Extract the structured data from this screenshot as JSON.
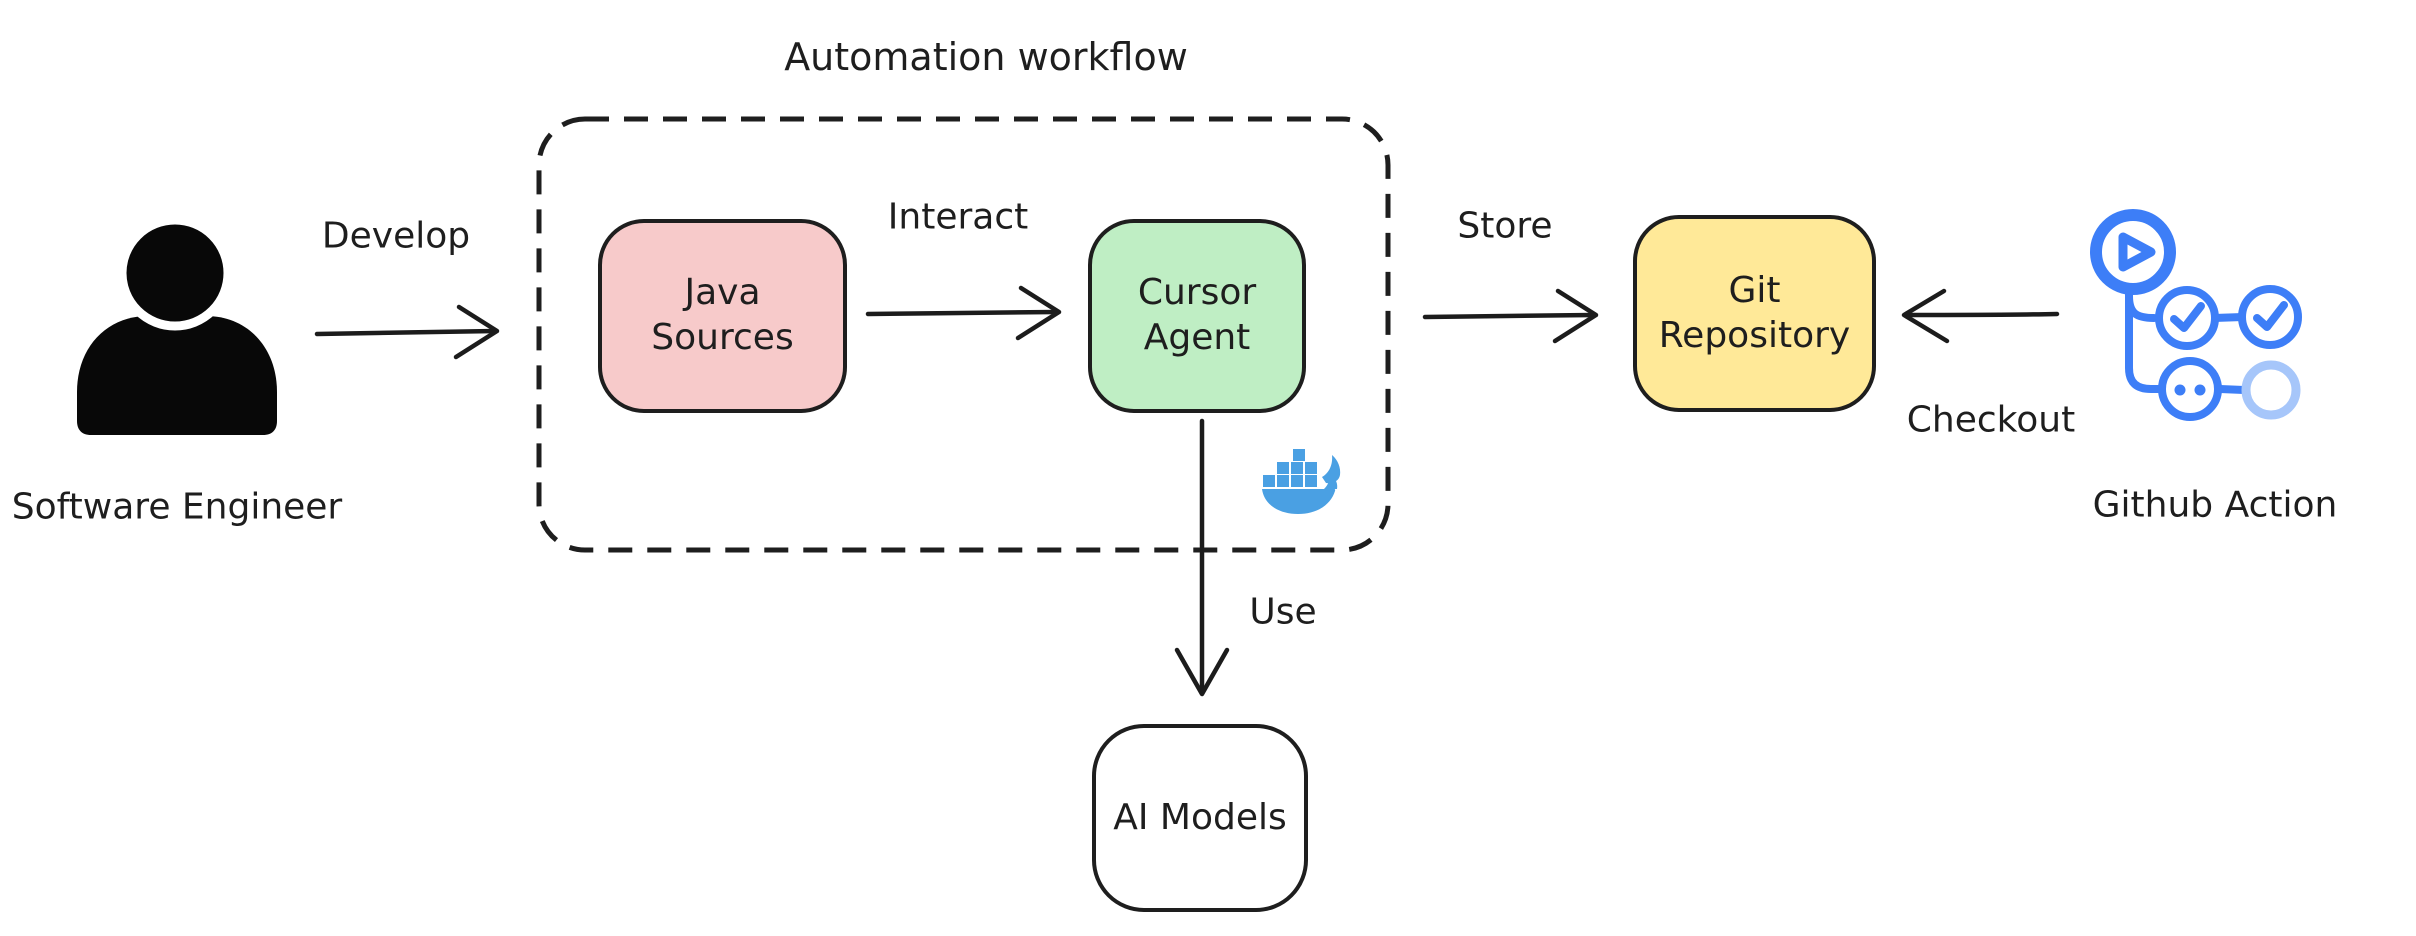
{
  "diagram": {
    "title": "Automation workflow"
  },
  "nodes": {
    "software_engineer": {
      "label": "Software Engineer",
      "type": "actor"
    },
    "java_sources": {
      "label": "Java\nSources",
      "fill": "#f7caca"
    },
    "cursor_agent": {
      "label": "Cursor\nAgent",
      "fill": "#bfeec4"
    },
    "git_repository": {
      "label": "Git\nRepository",
      "fill": "#ffe998"
    },
    "ai_models": {
      "label": "AI Models",
      "fill": "#ffffff"
    },
    "github_action": {
      "label": "Github Action",
      "type": "icon"
    }
  },
  "edges": {
    "develop": {
      "label": "Develop",
      "from": "software_engineer",
      "to": "java_sources"
    },
    "interact": {
      "label": "Interact",
      "from": "java_sources",
      "to": "cursor_agent"
    },
    "store": {
      "label": "Store",
      "from": "cursor_agent",
      "to": "git_repository"
    },
    "checkout": {
      "label": "Checkout",
      "from": "github_action",
      "to": "git_repository"
    },
    "use": {
      "label": "Use",
      "from": "cursor_agent",
      "to": "ai_models"
    }
  },
  "icons": {
    "person": "person-silhouette-icon",
    "docker": "docker-whale-icon",
    "github": "github-actions-workflow-icon"
  },
  "colors": {
    "stroke": "#1e1e1e",
    "java_sources_fill": "#f7caca",
    "cursor_agent_fill": "#bfeec4",
    "git_repository_fill": "#ffe998",
    "ai_models_fill": "#ffffff",
    "docker_blue": "#4aa0e3",
    "github_blue": "#3d7ef7",
    "github_blue_faded": "#a6c6fa"
  }
}
